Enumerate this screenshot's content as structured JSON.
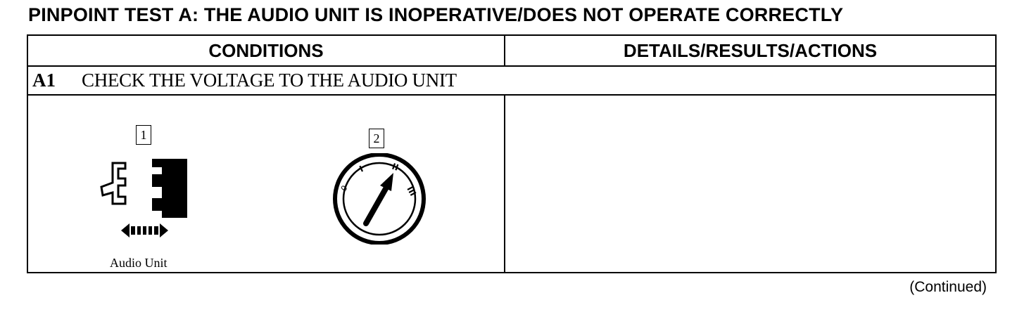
{
  "title": "PINPOINT TEST A: THE AUDIO UNIT IS INOPERATIVE/DOES NOT OPERATE CORRECTLY",
  "table": {
    "headers": {
      "conditions": "CONDITIONS",
      "details": "DETAILS/RESULTS/ACTIONS"
    },
    "step": {
      "id": "A1",
      "text": "CHECK THE VOLTAGE TO THE AUDIO UNIT"
    },
    "figures": [
      {
        "callout": "1",
        "caption": "Audio Unit",
        "icon": "connector-disconnect-icon"
      },
      {
        "callout": "2",
        "caption": "",
        "icon": "ignition-switch-icon"
      }
    ],
    "ignition_positions": [
      "0",
      "I",
      "II",
      "III"
    ]
  },
  "footer": {
    "continued": "(Continued)"
  }
}
